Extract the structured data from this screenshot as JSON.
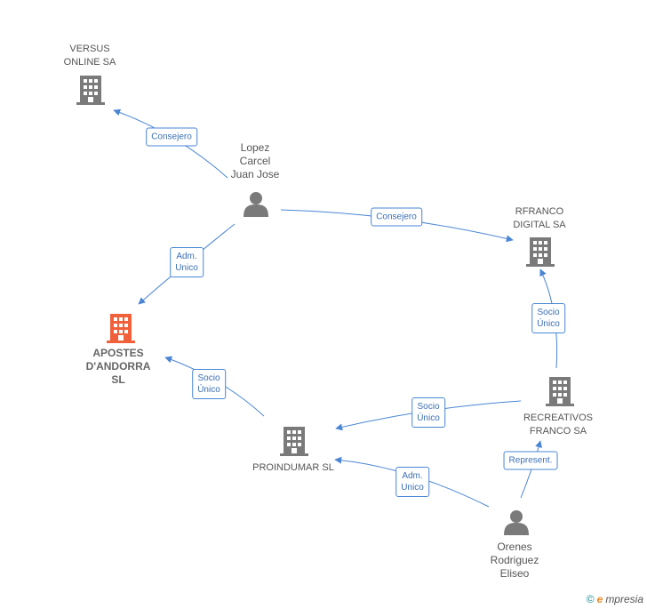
{
  "colors": {
    "edge": "#4a86d4",
    "company": "#7a7a7a",
    "main_company": "#f0603a",
    "person": "#7a7a7a"
  },
  "nodes": {
    "versus": {
      "label": "VERSUS\nONLINE SA",
      "icon": "building-icon"
    },
    "lopez": {
      "label": "Lopez\nCarcel\nJuan Jose",
      "icon": "person-icon"
    },
    "rfranco": {
      "label": "RFRANCO\nDIGITAL SA",
      "icon": "building-icon"
    },
    "apostes": {
      "label": "APOSTES\nD'ANDORRA\nSL",
      "icon": "building-icon"
    },
    "recreativos": {
      "label": "RECREATIVOS\nFRANCO SA",
      "icon": "building-icon"
    },
    "proindumar": {
      "label": "PROINDUMAR SL",
      "icon": "building-icon"
    },
    "orenes": {
      "label": "Orenes\nRodriguez\nEliseo",
      "icon": "person-icon"
    }
  },
  "edges": {
    "lopez_versus": "Consejero",
    "lopez_rfranco": "Consejero",
    "lopez_apostes": "Adm.\nUnico",
    "recreativos_rfranco": "Socio\nÚnico",
    "proindumar_apostes": "Socio\nÚnico",
    "recreativos_proindumar": "Socio\nÚnico",
    "orenes_recreativos": "Represent.",
    "orenes_proindumar": "Adm.\nUnico"
  },
  "footer": {
    "copyright": "©",
    "brand_first": "e",
    "brand_rest": "mpresia"
  }
}
